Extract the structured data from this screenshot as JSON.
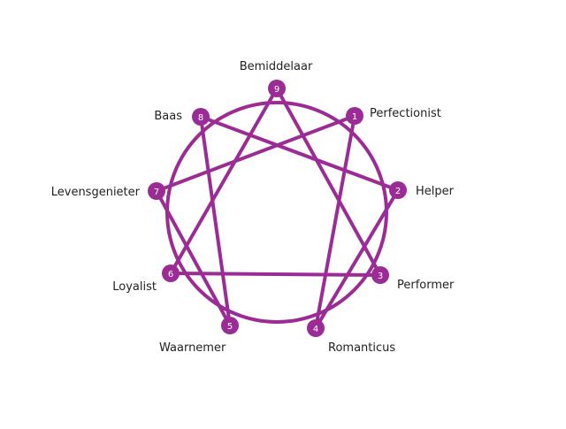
{
  "diagram": {
    "colors": {
      "line": "#9b2c96",
      "node": "#9b2c96",
      "number": "#ffffff",
      "label": "#222222"
    },
    "types": [
      {
        "number": "1",
        "name": "Perfectionist"
      },
      {
        "number": "2",
        "name": "Helper"
      },
      {
        "number": "3",
        "name": "Performer"
      },
      {
        "number": "4",
        "name": "Romanticus"
      },
      {
        "number": "5",
        "name": "Waarnemer"
      },
      {
        "number": "6",
        "name": "Loyalist"
      },
      {
        "number": "7",
        "name": "Levensgenieter"
      },
      {
        "number": "8",
        "name": "Baas"
      },
      {
        "number": "9",
        "name": "Bemiddelaar"
      }
    ],
    "triangle": [
      "9",
      "3",
      "6"
    ],
    "hexad": [
      "1",
      "4",
      "2",
      "8",
      "5",
      "7",
      "1"
    ]
  }
}
